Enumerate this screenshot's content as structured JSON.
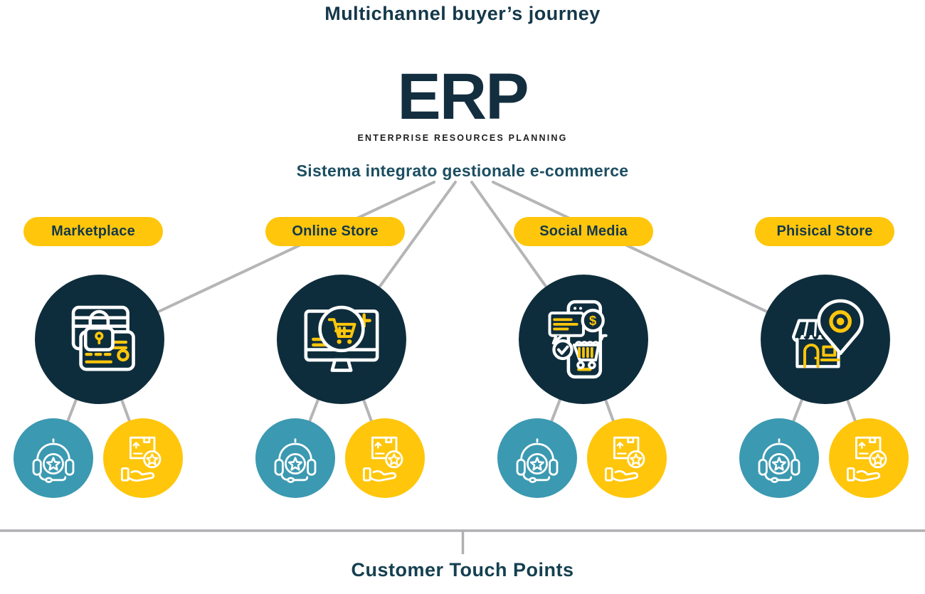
{
  "title": "Multichannel buyer’s journey",
  "erp": {
    "acronym": "ERP",
    "caption": "ENTERPRISE RESOURCES PLANNING",
    "subtitle": "Sistema integrato gestionale e-commerce"
  },
  "channels": [
    {
      "label": "Marketplace",
      "icon": "credit-cards-lock-icon"
    },
    {
      "label": "Online Store",
      "icon": "monitor-shopping-cart-icon"
    },
    {
      "label": "Social Media",
      "icon": "smartphone-shopping-icon"
    },
    {
      "label": "Phisical Store",
      "icon": "storefront-location-pin-icon"
    }
  ],
  "touchpoints": {
    "support_icon": "headset-star-icon",
    "delivery_icon": "hand-package-star-icon"
  },
  "footer": {
    "label": "Customer Touch Points"
  },
  "colors": {
    "dark_navy": "#0e2d3c",
    "teal": "#3b99b1",
    "yellow": "#ffc60b",
    "connector_gray": "#b5b5b7",
    "title_text": "#14384a",
    "subtitle_text": "#1c4e61",
    "caption_text": "#1f1f1f",
    "footer_text": "#15404f"
  }
}
